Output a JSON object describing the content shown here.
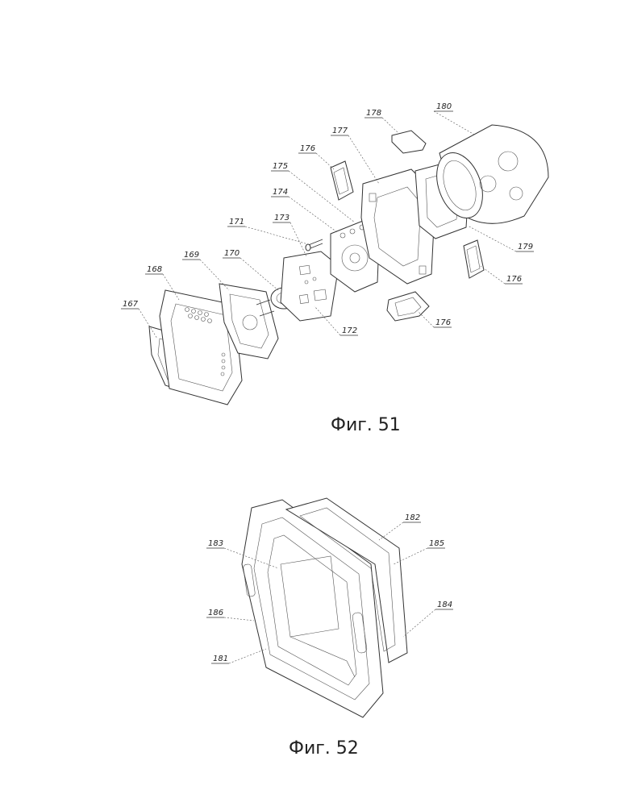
{
  "figures": [
    {
      "caption": "Фиг. 51",
      "labels": [
        "167",
        "168",
        "169",
        "170",
        "171",
        "172",
        "173",
        "174",
        "175",
        "176",
        "177",
        "178",
        "180",
        "179",
        "176",
        "176"
      ]
    },
    {
      "caption": "Фиг. 52",
      "labels": [
        "183",
        "186",
        "181",
        "182",
        "185",
        "184"
      ]
    }
  ]
}
